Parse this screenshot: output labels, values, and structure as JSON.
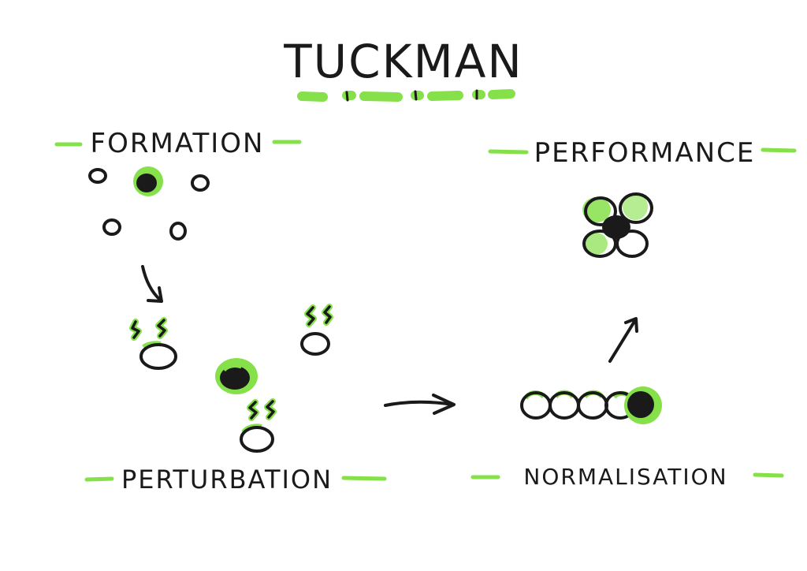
{
  "title": "TUCKMAN",
  "stages": {
    "formation": {
      "label": "FORMATION"
    },
    "perturbation": {
      "label": "PERTURBATION"
    },
    "normalisation": {
      "label": "NORMALISATION"
    },
    "performance": {
      "label": "PERFORMANCE"
    }
  },
  "colors": {
    "ink": "#1a1a1a",
    "highlight": "#86e04a",
    "paper": "#ffffff"
  },
  "icons": {
    "leader": "leader-filled-circle-icon",
    "member": "member-open-circle-icon",
    "conflict": "conflict-zigzag-icon",
    "arrow": "transition-arrow-icon"
  }
}
